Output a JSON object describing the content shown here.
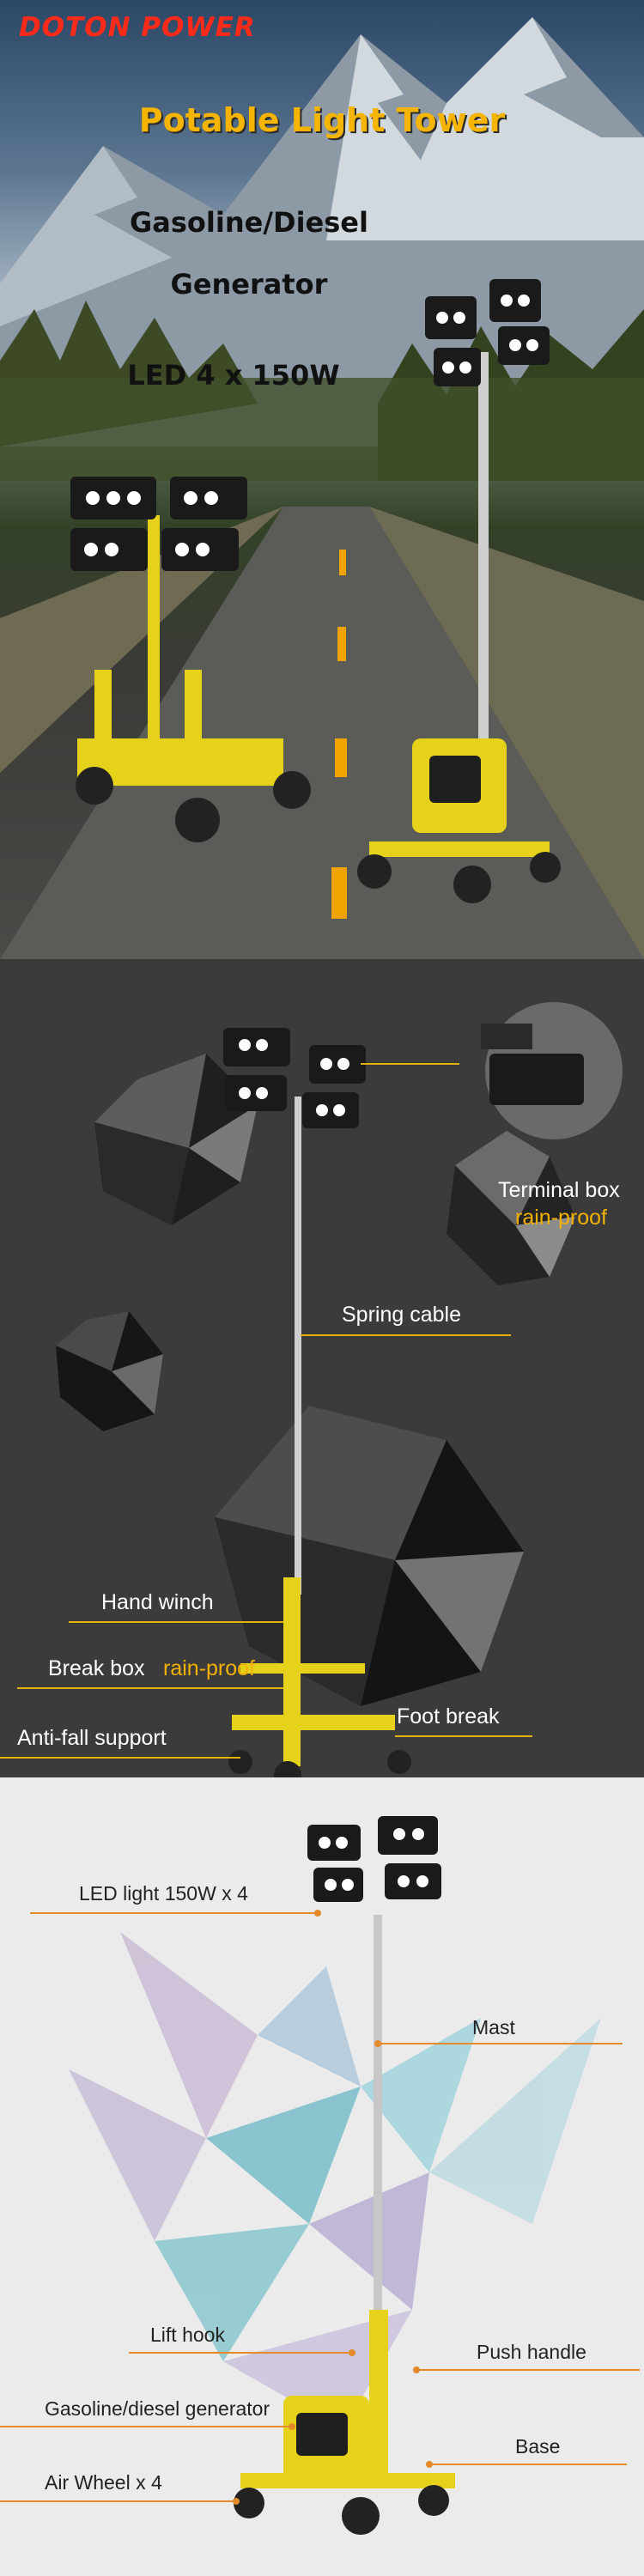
{
  "hero": {
    "brand": "DOTON POWER",
    "title": "Potable Light Tower",
    "line1": "Gasoline/Diesel",
    "line2": "Generator",
    "line3": "LED 4 x 150W"
  },
  "specs": {
    "terminal_box": "Terminal box",
    "terminal_note": "rain-proof",
    "spring_cable": "Spring cable",
    "hand_winch": "Hand winch",
    "break_box": "Break box",
    "break_note": "rain-proof",
    "foot_break": "Foot break",
    "anti_fall": "Anti-fall support"
  },
  "parts": {
    "led": "LED light 150W x 4",
    "mast": "Mast",
    "lift_hook": "Lift hook",
    "push_handle": "Push handle",
    "generator": "Gasoline/diesel generator",
    "base": "Base",
    "wheel": "Air Wheel x 4"
  },
  "colors": {
    "brand_red": "#ff2a1a",
    "accent_yellow": "#f2b100",
    "accent_orange": "#e58a2a",
    "dark_bg": "#3b3b3b"
  }
}
